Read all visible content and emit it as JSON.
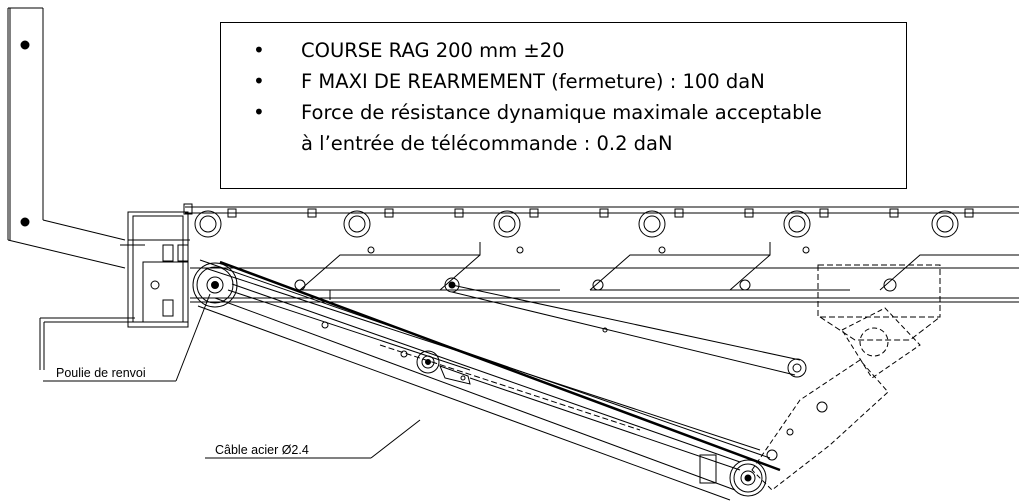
{
  "notes": {
    "items": [
      "COURSE RAG 200 mm ±20",
      "F MAXI DE REARMEMENT (fermeture) : 100 daN",
      "Force de résistance dynamique maximale acceptable",
      "à l’entrée de télécommande : 0.2 daN"
    ]
  },
  "callouts": {
    "pulley": "Poulie de renvoi",
    "cable": "Câble acier Ø2.4"
  },
  "colors": {
    "line": "#000000",
    "background": "#ffffff"
  }
}
